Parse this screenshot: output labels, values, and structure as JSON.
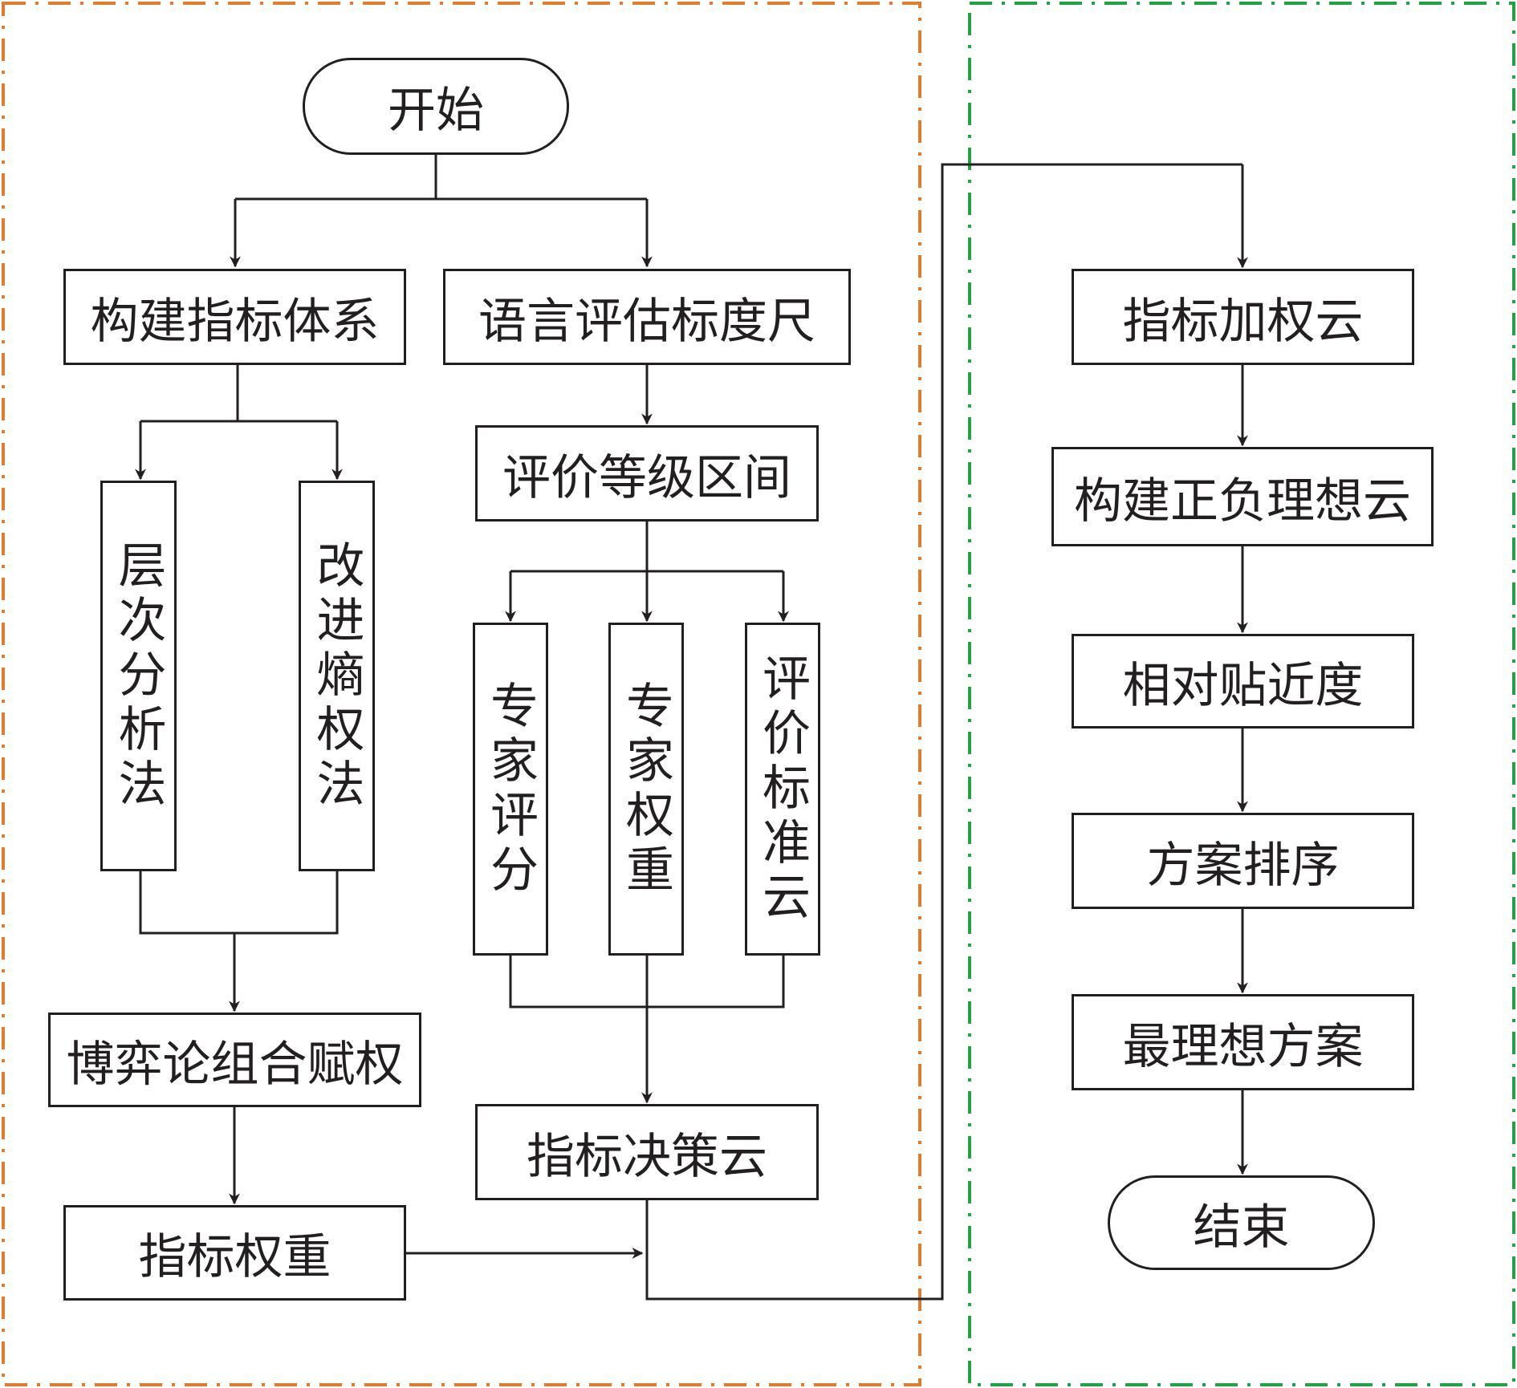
{
  "colors": {
    "left_region_border": "#e07b32",
    "right_region_border": "#23a244",
    "line": "#231f20"
  },
  "nodes": {
    "start": "开始",
    "build_index_system": "构建指标体系",
    "language_scale": "语言评估标度尺",
    "evaluation_interval": "评价等级区间",
    "ahp": "层次分析法",
    "improved_entropy": "改进熵权法",
    "expert_score": "专家评分",
    "expert_weight": "专家权重",
    "evaluation_standard_cloud": "评价标准云",
    "game_theory_weighting": "博弈论组合赋权",
    "index_weight": "指标权重",
    "index_decision_cloud": "指标决策云",
    "weighted_index_cloud": "指标加权云",
    "ideal_clouds": "构建正负理想云",
    "relative_closeness": "相对贴近度",
    "scheme_ranking": "方案排序",
    "best_scheme": "最理想方案",
    "end": "结束"
  }
}
